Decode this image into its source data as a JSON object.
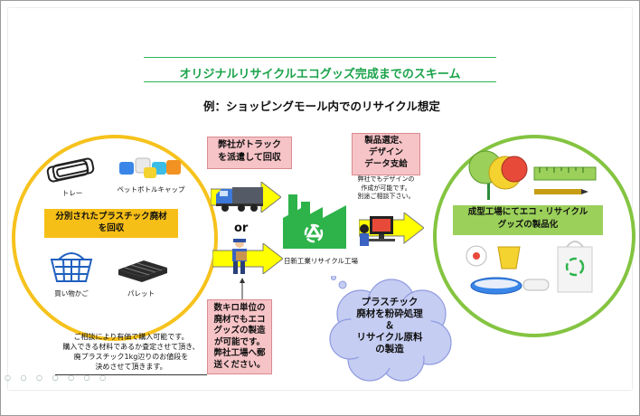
{
  "title": "オリジナルリサイクルエコグッズ完成までのスキーム",
  "subtitle": "例：ショッピングモール内でのリサイクル想定",
  "left_circle": {
    "items": {
      "tray": "トレー",
      "bottle_cap": "ペットボトルキャップ",
      "basket": "買い物かご",
      "pallet": "パレット"
    },
    "main_label": "分別されたプラスチック廃材\nを回収"
  },
  "note": "ご相談により有価で購入可能です。\n購入できる材料であるか査定させて頂き、\n廃プラスチック1kg辺りのお値段を\n決めさせて頂きます。",
  "truck_box": "弊社がトラック\nを派遣して回収",
  "or_label": "or",
  "person_box": "数キロ単位の\n廃材でもエコ\nグッズの製造\nが可能です。\n弊社工場へ郵\n送ください。",
  "factory_label": "日新工業リサイクル工場",
  "design_box": "製品選定、\nデザイン\nデータ支給",
  "design_note": "弊社でもデザインの\n作成が可能です。\n別途ご相談下さい。",
  "cloud_text": "プラスチック\n廃材を粉砕処理\n＆\nリサイクル原料\nの製造",
  "right_circle": {
    "main_label": "成型工場にてエコ・リサイクル\nグッズの製品化"
  },
  "colors": {
    "title_green": "#1aa34a",
    "left_circle": "#f6c21c",
    "right_circle": "#84c441",
    "arrow_yellow": "#ffff00",
    "pink_box": "#f6c3c6",
    "factory_green": "#2db34a",
    "cloud": "#c5cdf2"
  }
}
